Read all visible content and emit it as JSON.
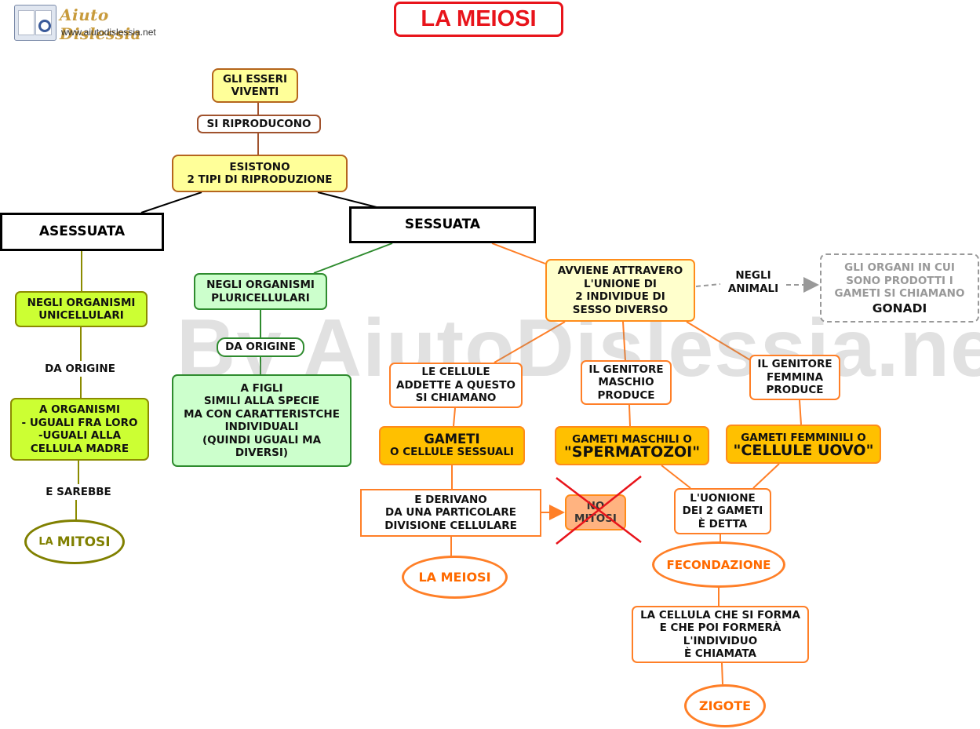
{
  "logo": {
    "name": "Aiuto Dislessia",
    "url": "www.aiutodislessia.net"
  },
  "title": "LA MEIOSI",
  "watermark": "By AiutoDislessia.net",
  "nodes": {
    "esseri_viventi": "GLI ESSERI\nVIVENTI",
    "si_riproducono": "SI RIPRODUCONO",
    "esistono": "ESISTONO\n2 TIPI DI RIPRODUZIONE",
    "asessuata": "ASESSUATA",
    "sessuata": "SESSUATA",
    "unicellulari": "NEGLI ORGANISMI\nUNICELLULARI",
    "da_origine_left": "DA ORIGINE",
    "a_organismi": "A ORGANISMI\n- UGUALI FRA LORO\n-UGUALI ALLA\n CELLULA MADRE",
    "e_sarebbe": "E SAREBBE",
    "la_mitosi_small": "LA",
    "la_mitosi_big": "MITOSI",
    "pluricellulari": "NEGLI ORGANISMI\nPLURICELLULARI",
    "da_origine_mid": "DA ORIGINE",
    "a_figli": "A FIGLI\nSIMILI ALLA SPECIE\nMA CON CARATTERISTCHE\nINDIVIDUALI\n(QUINDI UGUALI MA\nDIVERSI)",
    "avviene": "AVVIENE ATTRAVERO\nL'UNIONE DI\n2 INDIVIDUE DI\nSESSO DIVERSO",
    "negli_animali": "NEGLI\nANIMALI",
    "gli_organi": "GLI ORGANI IN CUI\nSONO PRODOTTI I\nGAMETI SI CHIAMANO",
    "gonadi": "GONADI",
    "le_cellule": "LE CELLULE\nADDETTE A QUESTO\nSI CHIAMANO",
    "gameti_title": "GAMETI",
    "gameti_sub": "O CELLULE SESSUALI",
    "genitore_maschio": "IL GENITORE\nMASCHIO\nPRODUCE",
    "gameti_maschili_1": "GAMETI  MASCHILI O",
    "gameti_maschili_2": "\"SPERMATOZOI\"",
    "genitore_femmina": "IL GENITORE\nFEMMINA\nPRODUCE",
    "gameti_femminili_1": "GAMETI FEMMINILI O",
    "gameti_femminili_2": "\"CELLULE  UOVO\"",
    "e_derivano": "E DERIVANO\nDA UNA PARTICOLARE\nDIVISIONE CELLULARE",
    "no_mitosi": "NO\nMITOSI",
    "la_meiosi": "LA MEIOSI",
    "unione": "L'UONIONE\nDEI 2 GAMETI\nÈ DETTA",
    "fecondazione": "FECONDAZIONE",
    "la_cellula": "LA CELLULA CHE SI FORMA\nE CHE POI FORMERÀ\nL'INDIVIDUO\nÈ CHIAMATA",
    "zigote": "ZIGOTE"
  },
  "colors": {
    "title_red": "#e8141b",
    "sessuata_orange": "#ff7f27",
    "pluricellulari_green": "#2e8b2e",
    "asessuata_olive": "#808000",
    "gameti_gold": "#ffc000",
    "cross_red": "#e8141b"
  }
}
